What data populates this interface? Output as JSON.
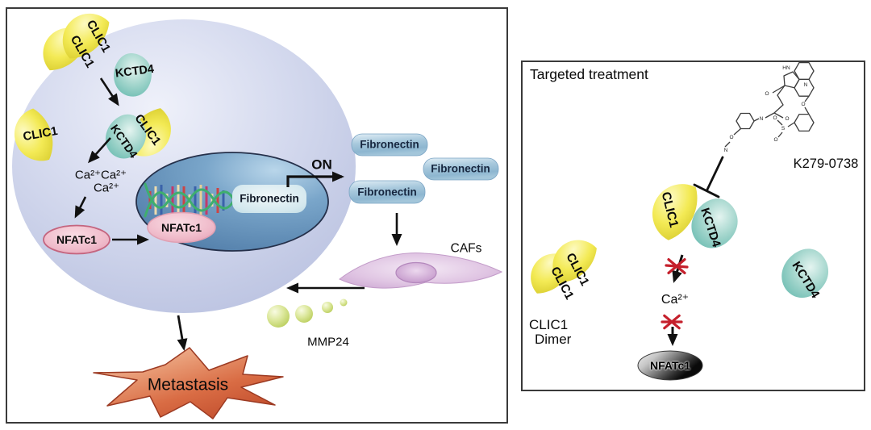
{
  "figure": {
    "type": "pathway-diagram"
  },
  "colors": {
    "clic1_yellow": "#f0e64e",
    "kctd4_teal": "#77c2b7",
    "nucleus_blue": "#6f9cc4",
    "cell_lavender": "#c9d0e8",
    "nfatc1_pink": "#efb9c9",
    "nfatc1_gray": "#8a8a8a",
    "fibronectin_blue": "#9ec3da",
    "caf_purple": "#dcc0df",
    "mmp24_green": "#cede7c",
    "metastasis_red": "#d96c44",
    "block_red": "#c5202c",
    "arrow_black": "#111111"
  },
  "left_panel": {
    "dimer_labels": [
      "CLIC1",
      "CLIC1"
    ],
    "kctd4_free_label": "KCTD4",
    "clic1_free_label": "CLIC1",
    "complex_clic1_label": "CLIC1",
    "complex_kctd4_label": "KCTD4",
    "calcium_line1": "Ca²⁺Ca²⁺",
    "calcium_line2": "Ca²⁺",
    "nfatc1_cytoplasm_label": "NFATc1",
    "nfatc1_nucleus_label": "NFATc1",
    "fibronectin_gene_label": "Fibronectin",
    "on_label": "ON",
    "fibronectin_secreted": [
      "Fibronectin",
      "Fibronectin",
      "Fibronectin"
    ],
    "cafs_label": "CAFs",
    "mmp24_label": "MMP24",
    "metastasis_label": "Metastasis"
  },
  "right_panel": {
    "title": "Targeted treatment",
    "compound_label": "K279-0738",
    "clic1_label": "CLIC1",
    "kctd4_label": "KCTD4",
    "kctd4_free_label": "KCTD4",
    "calcium_label": "Ca²⁺",
    "nfatc1_label": "NFATc1",
    "dimer_labels": [
      "CLIC1",
      "CLIC1"
    ],
    "dimer_caption": [
      "CLIC1",
      "Dimer"
    ],
    "atoms": [
      "O",
      "HN",
      "N",
      "O",
      "N",
      "O",
      "N",
      "O",
      "S",
      "O",
      "O"
    ]
  }
}
